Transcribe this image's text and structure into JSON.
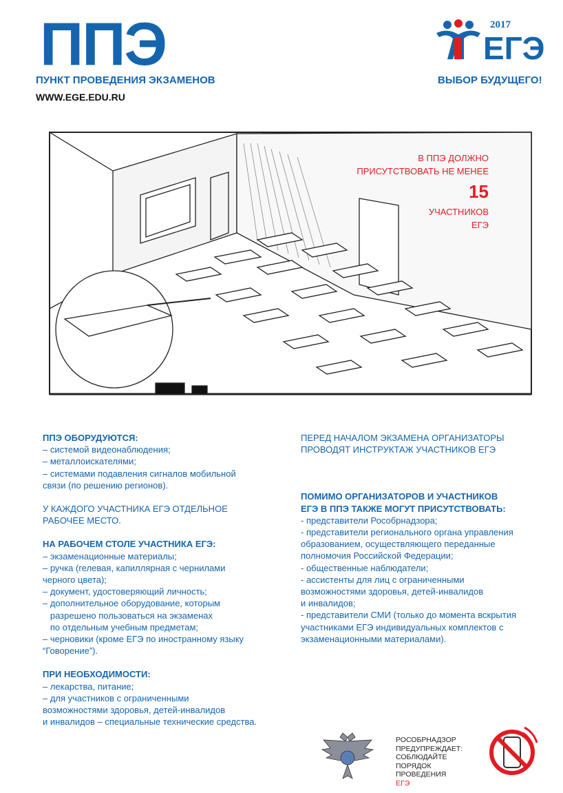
{
  "header": {
    "title": "ППЭ",
    "subtitle": "ПУНКТ ПРОВЕДЕНИЯ ЭКЗАМЕНОВ",
    "url": "WWW.EGE.EDU.RU"
  },
  "logo": {
    "year": "2017",
    "text": "ЕГЭ",
    "slogan": "ВЫБОР БУДУЩЕГО!",
    "colors": {
      "blue": "#1565ad",
      "red": "#e21b23"
    }
  },
  "callout": {
    "line1": "В ППЭ ДОЛЖНО",
    "line2": "ПРИСУТСТВОВАТЬ НЕ МЕНЕЕ",
    "number": "15",
    "line3": "УЧАСТНИКОВ",
    "line4": "ЕГЭ"
  },
  "left_column": {
    "equip_heading": "ППЭ ОБОРУДУЮТСЯ:",
    "equip_items": [
      "– системой видеонаблюдения;",
      "– металлоискателями;",
      "– системами подавления сигналов мобильной",
      "связи (по решению регионов)."
    ],
    "workplace_lines": [
      "У  КАЖДОГО УЧАСТНИКА ЕГЭ ОТДЕЛЬНОЕ",
      "РАБОЧЕЕ МЕСТО."
    ],
    "desk_heading": "НА РАБОЧЕМ СТОЛЕ УЧАСТНИКА ЕГЭ:",
    "desk_items": [
      "– экзаменационные материалы;",
      "– ручка (гелевая, капиллярная с чернилами",
      "черного цвета);",
      "– документ, удостоверяющий личность;",
      "– дополнительное оборудование, которым",
      "   разрешено пользоваться на экзаменах",
      "   по отдельным учебным предметам;",
      "– черновики (кроме ЕГЭ по иностранному языку",
      "“Говорение”)."
    ],
    "need_heading": "ПРИ НЕОБХОДИМОСТИ:",
    "need_items": [
      "– лекарства, питание;",
      "– для участников с ограниченными",
      "возможностями здоровья, детей-инвалидов",
      "и инвалидов – специальные технические средства."
    ]
  },
  "right_column": {
    "brief_lines": [
      "ПЕРЕД НАЧАЛОМ ЭКЗАМЕНА ОРГАНИЗАТОРЫ",
      "ПРОВОДЯТ ИНСТРУКТАЖ УЧАСТНИКОВ ЕГЭ"
    ],
    "present_heading": [
      "ПОМИМО ОРГАНИЗАТОРОВ И УЧАСТНИКОВ",
      "ЕГЭ В ППЭ ТАКЖЕ МОГУТ ПРИСУТСТВОВАТЬ:"
    ],
    "present_items": [
      "- представители Рособрнадзора;",
      "- представители регионального органа управления",
      "образованием, осуществляющего переданные",
      "полномочия Российской Федерации;",
      "- общественные наблюдатели;",
      "- ассистенты для лиц с ограниченными",
      "возможностями здоровья, детей-инвалидов",
      "и инвалидов;",
      "- представители СМИ (только до момента вскрытия",
      "участниками ЕГЭ индивидуальных комплектов с",
      "экзаменационными материалами)."
    ]
  },
  "footer": {
    "warning_lines": [
      "РОСОБРНАДЗОР",
      "ПРЕДУПРЕЖДАЕТ:",
      "СОБЛЮДАЙТЕ",
      "ПОРЯДОК",
      "ПРОВЕДЕНИЯ"
    ],
    "warning_last": "ЕГЭ"
  }
}
